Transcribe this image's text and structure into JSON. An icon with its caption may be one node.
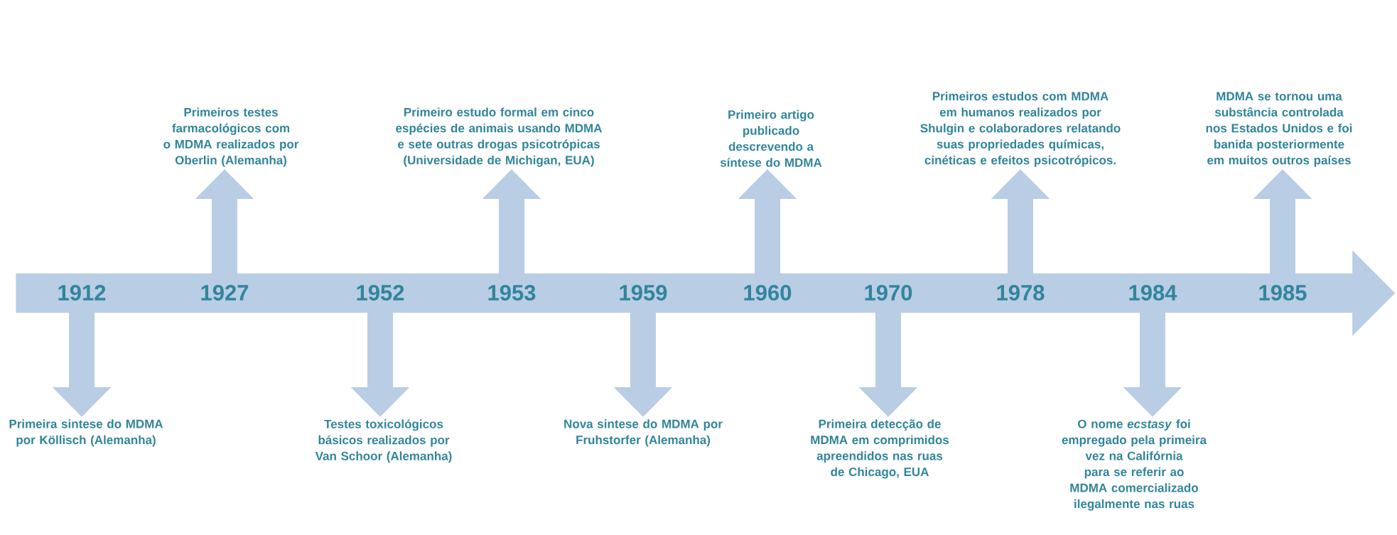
{
  "diagram": {
    "nodes": [
      {
        "text": [],
        "shape": "arrow"
      },
      {
        "text": [
          "1912"
        ],
        "in": 0
      },
      {
        "text": [
          "1927"
        ],
        "in": 0
      },
      {
        "text": [
          "1952"
        ],
        "in": 0
      },
      {
        "text": [
          "1953"
        ],
        "in": 0
      },
      {
        "text": [
          "1959"
        ],
        "in": 0
      },
      {
        "text": [
          "1960"
        ],
        "in": 0
      },
      {
        "text": [
          "1970"
        ],
        "in": 0
      },
      {
        "text": [
          "1978"
        ],
        "in": 0
      },
      {
        "text": [
          "1984"
        ],
        "in": 0
      },
      {
        "text": [
          "1985"
        ],
        "in": 0
      },
      {
        "text": [
          "Primeira sintese do MDMA por Köllisch (Alemanha)"
        ]
      },
      {
        "text": [
          "Primeiros testes farmacológicos com o MDMA realizados por Oberlin (Alemanha)"
        ]
      },
      {
        "text": [
          "Testes toxicológicos básicos realizados por Van Schoor (Alemanha)"
        ]
      },
      {
        "text": [
          "Primeiro estudo formal em cinco espécies de animais usando MDMA e sete outras drogas psicotrópicas (Universidade de Michigan, EUA)"
        ]
      },
      {
        "text": [
          "Nova sintese do MDMA por Fruhstorfer (Alemanha)"
        ]
      },
      {
        "text": [
          "Primeiro artigo publicado descrevendo a síntese do MDMA"
        ]
      },
      {
        "text": [
          "Primeira detecção de MDMA em comprimidos apreendidos nas ruas de Chicago, EUA"
        ]
      },
      {
        "text": [
          "Primeiros estudos com MDMA em humanos realizados por Shulgin e colaboradores relatando suas propriedades químicas, cinéticas e efeitos psicotrópicos."
        ]
      },
      {
        "text": [
          "O nome *ecstasy* foi empregado pela primeira vez na Califórnia para se referir ao MDMA comercializado ilegalmente nas ruas"
        ]
      },
      {
        "text": [
          "MDMA se tornou uma substância controlada nos Estados Unidos e foi banida posteriormente em muitos outros países"
        ]
      }
    ],
    "edges": [
      {
        "from": 1,
        "to": 11,
        "arrow": "to"
      },
      {
        "from": 2,
        "to": 12,
        "arrow": "to"
      },
      {
        "from": 3,
        "to": 13,
        "arrow": "to"
      },
      {
        "from": 4,
        "to": 14,
        "arrow": "to"
      },
      {
        "from": 5,
        "to": 15,
        "arrow": "to"
      },
      {
        "from": 6,
        "to": 16,
        "arrow": "to"
      },
      {
        "from": 7,
        "to": 17,
        "arrow": "to"
      },
      {
        "from": 8,
        "to": 18,
        "arrow": "to"
      },
      {
        "from": 9,
        "to": 19,
        "arrow": "to"
      },
      {
        "from": 10,
        "to": 20,
        "arrow": "to"
      }
    ]
  }
}
